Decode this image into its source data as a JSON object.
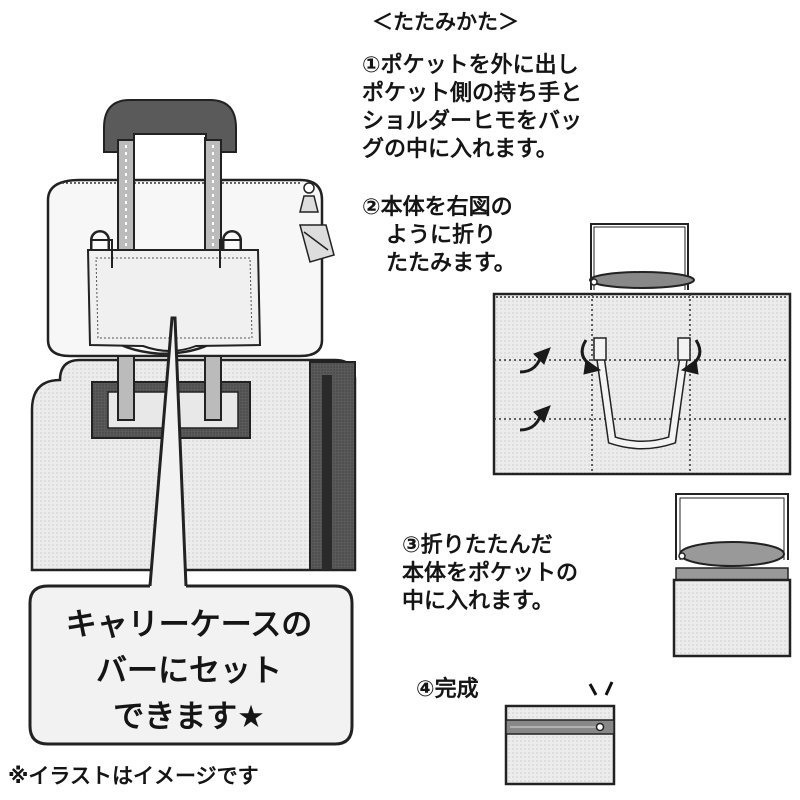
{
  "title": "＜たたみかた＞",
  "steps": {
    "s1": [
      "①ポケットを外に出し",
      "ポケット側の持ち手と",
      "ショルダーヒモをバッ",
      "グの中に入れます。"
    ],
    "s2": [
      "②本体を右図の",
      "ように折り",
      "たたみます。"
    ],
    "s3": [
      "③折りたたんだ",
      "本体をポケットの",
      "中に入れます。"
    ],
    "s4": [
      "④完成"
    ]
  },
  "callout": [
    "キャリーケースの",
    "バーにセット",
    "できます★"
  ],
  "note": "※イラストはイメージです",
  "colors": {
    "bag_fill": "#f1f1f1",
    "dark_grey": "#555555",
    "mid_grey": "#9a9a9a",
    "outline": "#222222",
    "case_fill": "#e6e6e6"
  }
}
